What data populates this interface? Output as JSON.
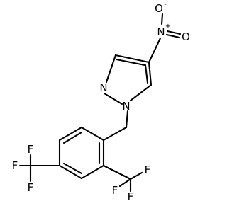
{
  "molecule": {
    "atoms": {
      "nitro_o_minus": "O",
      "nitro_o_minus_charge": "-",
      "nitro_n": "N",
      "nitro_n_charge": "+",
      "nitro_o_double": "O",
      "pyrazole_n2": "N",
      "pyrazole_n1": "N",
      "cf3_a_f_top": "F",
      "cf3_a_f_left": "F",
      "cf3_a_f_bottom": "F",
      "cf3_b_f_right": "F",
      "cf3_b_f_bottom_left": "F",
      "cf3_b_f_bottom_right": "F"
    }
  }
}
